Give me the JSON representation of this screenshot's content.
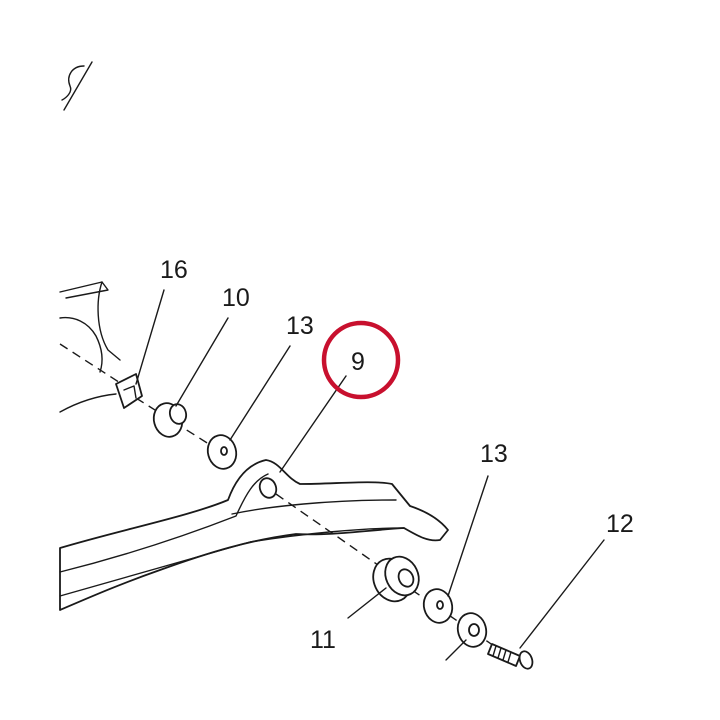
{
  "callouts": {
    "c16": "16",
    "c10": "10",
    "c13a": "13",
    "c9": "9",
    "c13b": "13",
    "c12": "12",
    "c11": "11"
  },
  "highlight": {
    "callout": "9",
    "color": "#c8102e"
  }
}
